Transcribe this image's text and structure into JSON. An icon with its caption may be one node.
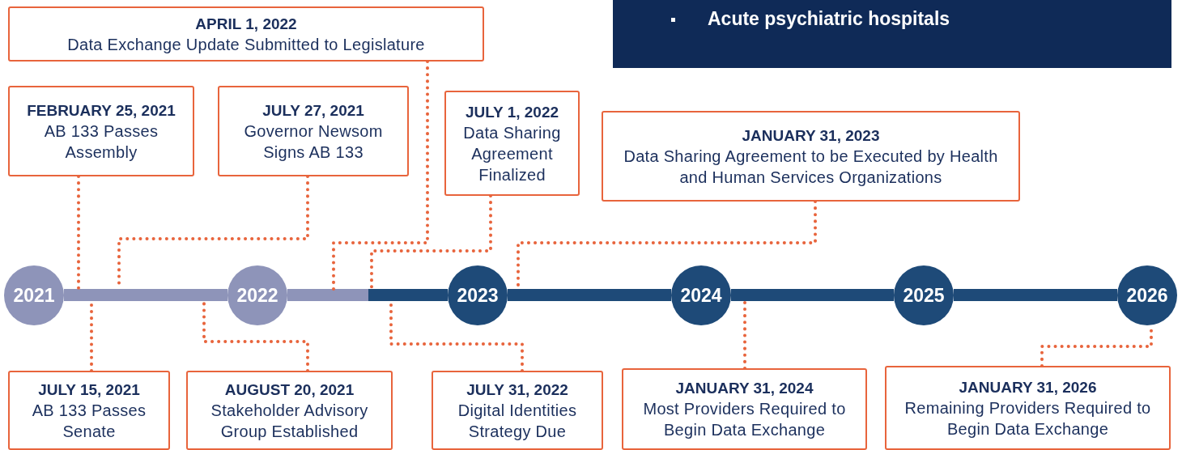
{
  "diagram": {
    "nodes": [
      {
        "text": [
          "APRIL 1, 2022",
          "Data Exchange Update Submitted to Legislature"
        ]
      },
      {
        "text": [
          "Acute psychiatric hospitals"
        ]
      },
      {
        "text": [
          "FEBRUARY 25, 2021",
          "AB 133 Passes Assembly"
        ]
      },
      {
        "text": [
          "JULY 27, 2021",
          "Governor Newsom Signs AB 133"
        ]
      },
      {
        "text": [
          "JULY 1, 2022",
          "Data Sharing Agreement Finalized"
        ]
      },
      {
        "text": [
          "JANUARY 31, 2023",
          "Data Sharing Agreement to be Executed by Health and Human Services Organizations"
        ]
      },
      {
        "text": [],
        "shape": "bar"
      },
      {
        "text": [],
        "shape": "bar"
      },
      {
        "text": [],
        "shape": "bar"
      },
      {
        "text": [],
        "shape": "bar"
      },
      {
        "text": [],
        "shape": "bar"
      },
      {
        "text": [],
        "shape": "bar"
      },
      {
        "text": [
          "2021"
        ]
      },
      {
        "text": [
          "2022"
        ]
      },
      {
        "text": [
          "2023"
        ]
      },
      {
        "text": [
          "2024"
        ]
      },
      {
        "text": [
          "2025"
        ]
      },
      {
        "text": [
          "2026"
        ]
      },
      {
        "text": [
          "JULY 15, 2021",
          "AB 133 Passes Senate"
        ]
      },
      {
        "text": [
          "AUGUST 20, 2021",
          "Stakeholder Advisory Group Established"
        ]
      },
      {
        "text": [
          "JULY 31, 2022",
          "Digital Identities Strategy Due"
        ]
      },
      {
        "text": [
          "JANUARY 31, 2024",
          "Most Providers Required to Begin Data Exchange"
        ]
      },
      {
        "text": [
          "JANUARY 31, 2026",
          "Remaining Providers Required to Begin Data Exchange"
        ]
      }
    ],
    "edges": [
      {
        "from": 2,
        "to": 6,
        "arrow": "none",
        "style": "dashed"
      },
      {
        "from": 3,
        "to": 6,
        "arrow": "none",
        "style": "dashed"
      },
      {
        "from": 0,
        "to": 7,
        "arrow": "none",
        "style": "dashed"
      },
      {
        "from": 4,
        "to": 8,
        "arrow": "none",
        "style": "dashed"
      },
      {
        "from": 5,
        "to": 9,
        "arrow": "none",
        "style": "dashed"
      },
      {
        "from": 18,
        "to": 6,
        "arrow": "none",
        "style": "dashed"
      },
      {
        "from": 19,
        "to": 6,
        "arrow": "none",
        "style": "dashed"
      },
      {
        "from": 20,
        "to": 8,
        "arrow": "none",
        "style": "dashed"
      },
      {
        "from": 21,
        "to": 10,
        "arrow": "none",
        "style": "dashed"
      },
      {
        "from": 22,
        "to": 17,
        "arrow": "none",
        "style": "dashed"
      }
    ]
  }
}
